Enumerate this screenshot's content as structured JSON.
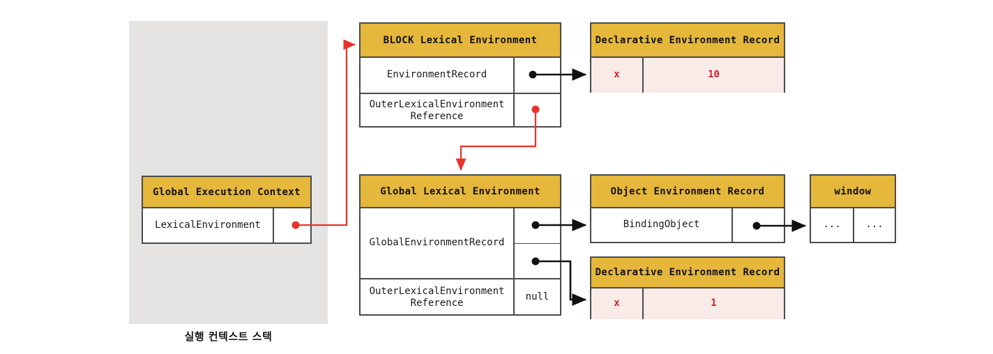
{
  "diagram": {
    "caption": "실행 컨텍스트 스택",
    "colors": {
      "header": "#e5b73b",
      "panel": "#e5e4e2",
      "record_row": "#f8ebe8",
      "record_text": "#cc2229",
      "red_arrow": "#e8322a",
      "black_arrow": "#111111",
      "border": "#4a4a4a"
    },
    "boxes": {
      "block_lexical_environment": {
        "title": "BLOCK Lexical Environment",
        "rows": [
          {
            "label": "EnvironmentRecord",
            "value": ""
          },
          {
            "label": "OuterLexicalEnvironment\nReference",
            "value": ""
          }
        ]
      },
      "declarative_environment_record_block": {
        "title": "Declarative Environment Record",
        "rows": [
          {
            "label": "x",
            "value": "10"
          }
        ]
      },
      "global_execution_context": {
        "title": "Global Execution Context",
        "rows": [
          {
            "label": "LexicalEnvironment",
            "value": ""
          }
        ]
      },
      "global_lexical_environment": {
        "title": "Global Lexical Environment",
        "rows": [
          {
            "label": "GlobalEnvironmentRecord",
            "value": ""
          },
          {
            "label": "OuterLexicalEnvironment\nReference",
            "value": "null"
          }
        ]
      },
      "object_environment_record": {
        "title": "Object Environment Record",
        "rows": [
          {
            "label": "BindingObject",
            "value": ""
          }
        ]
      },
      "window_object": {
        "title": "window",
        "rows": [
          {
            "label": "...",
            "value": "..."
          }
        ]
      },
      "declarative_environment_record_global": {
        "title": "Declarative Environment Record",
        "rows": [
          {
            "label": "x",
            "value": "1"
          }
        ]
      }
    }
  }
}
